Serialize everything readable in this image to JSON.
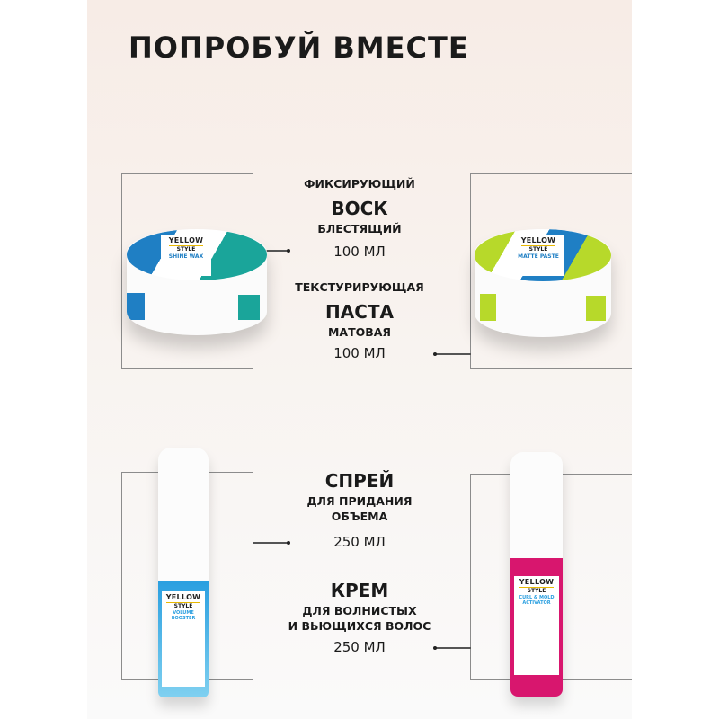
{
  "title": "ПОПРОБУЙ ВМЕСТЕ",
  "products": [
    {
      "prefix": "ФИКСИРУЮЩИЙ",
      "name": "ВОСК",
      "suffix": [
        "БЛЕСТЯЩИЙ"
      ],
      "volume": "100 МЛ",
      "brand": "YELLOW",
      "line": "STYLE",
      "label": "SHINE WAX",
      "colors": [
        "#1f7fc4",
        "#1aa59a"
      ]
    },
    {
      "prefix": "ТЕКСТУРИРУЮЩАЯ",
      "name": "ПАСТА",
      "suffix": [
        "МАТОВАЯ"
      ],
      "volume": "100 МЛ",
      "brand": "YELLOW",
      "line": "STYLE",
      "label": "MATTE PASTE",
      "colors": [
        "#1f7fc4",
        "#b7d92a"
      ]
    },
    {
      "prefix": "",
      "name": "СПРЕЙ",
      "suffix": [
        "ДЛЯ ПРИДАНИЯ",
        "ОБЪЕМА"
      ],
      "volume": "250 МЛ",
      "brand": "YELLOW",
      "line": "STYLE",
      "label": "VOLUME BOOSTER",
      "colors": [
        "#2a9fe0",
        "#7fd0f0"
      ]
    },
    {
      "prefix": "",
      "name": "КРЕМ",
      "suffix": [
        "ДЛЯ ВОЛНИСТЫХ",
        "И ВЬЮЩИХСЯ ВОЛОС"
      ],
      "volume": "250 МЛ",
      "brand": "YELLOW",
      "line": "STYLE",
      "label": "CURL & MOLD ACTIVATOR",
      "colors": [
        "#d8166e",
        "#2a9fe0"
      ]
    }
  ]
}
